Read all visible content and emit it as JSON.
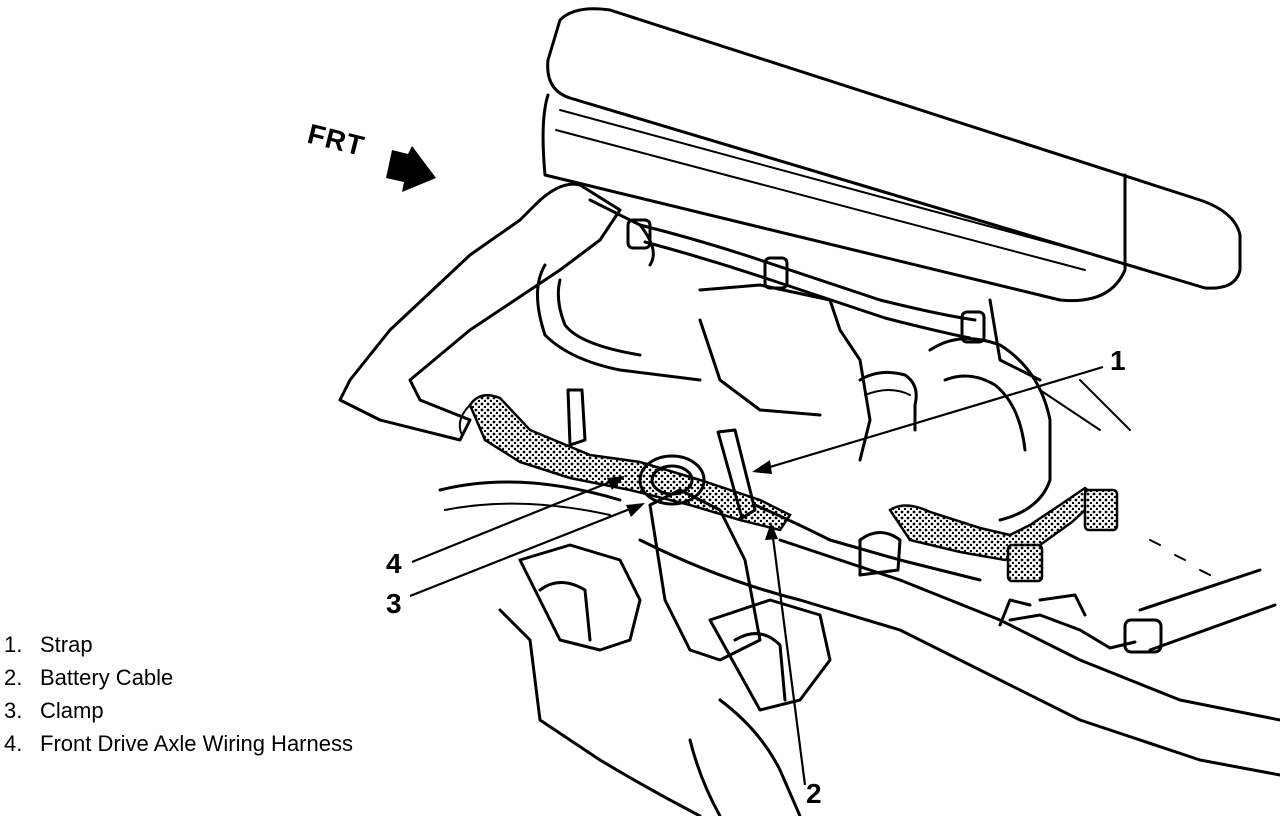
{
  "direction_label": "FRT",
  "callouts": [
    "1",
    "2",
    "3",
    "4"
  ],
  "legend": [
    {
      "num": "1.",
      "text": "Strap"
    },
    {
      "num": "2.",
      "text": "Battery Cable"
    },
    {
      "num": "3.",
      "text": "Clamp"
    },
    {
      "num": "4.",
      "text": "Front Drive Axle Wiring Harness"
    }
  ]
}
